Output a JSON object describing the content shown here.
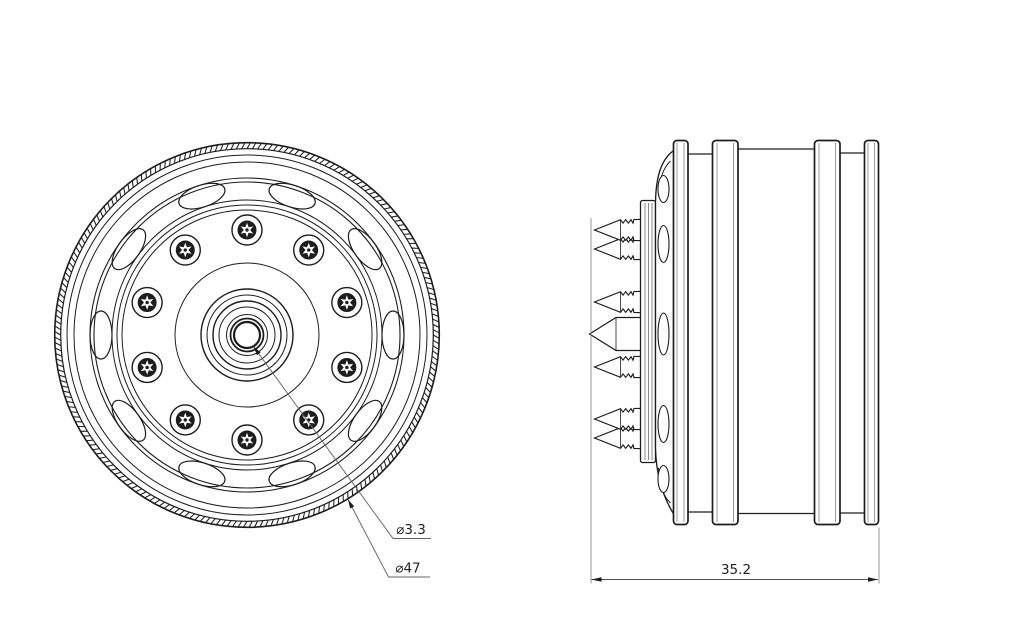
{
  "annotations": {
    "bore_diameter": "⌀3.3",
    "outer_diameter": "⌀47",
    "overall_width": "35.2"
  },
  "features": {
    "bolt_count": 10,
    "vent_slot_count": 10,
    "side_stud_profile_count": 6,
    "side_edge_slot_count": 5,
    "knurl_tick_count": 220
  },
  "colors": {
    "line": "#1d1d1d",
    "dim_line": "#666666",
    "thin_line": "#888888",
    "arrow": "#1c1c1c",
    "background": "#ffffff"
  }
}
